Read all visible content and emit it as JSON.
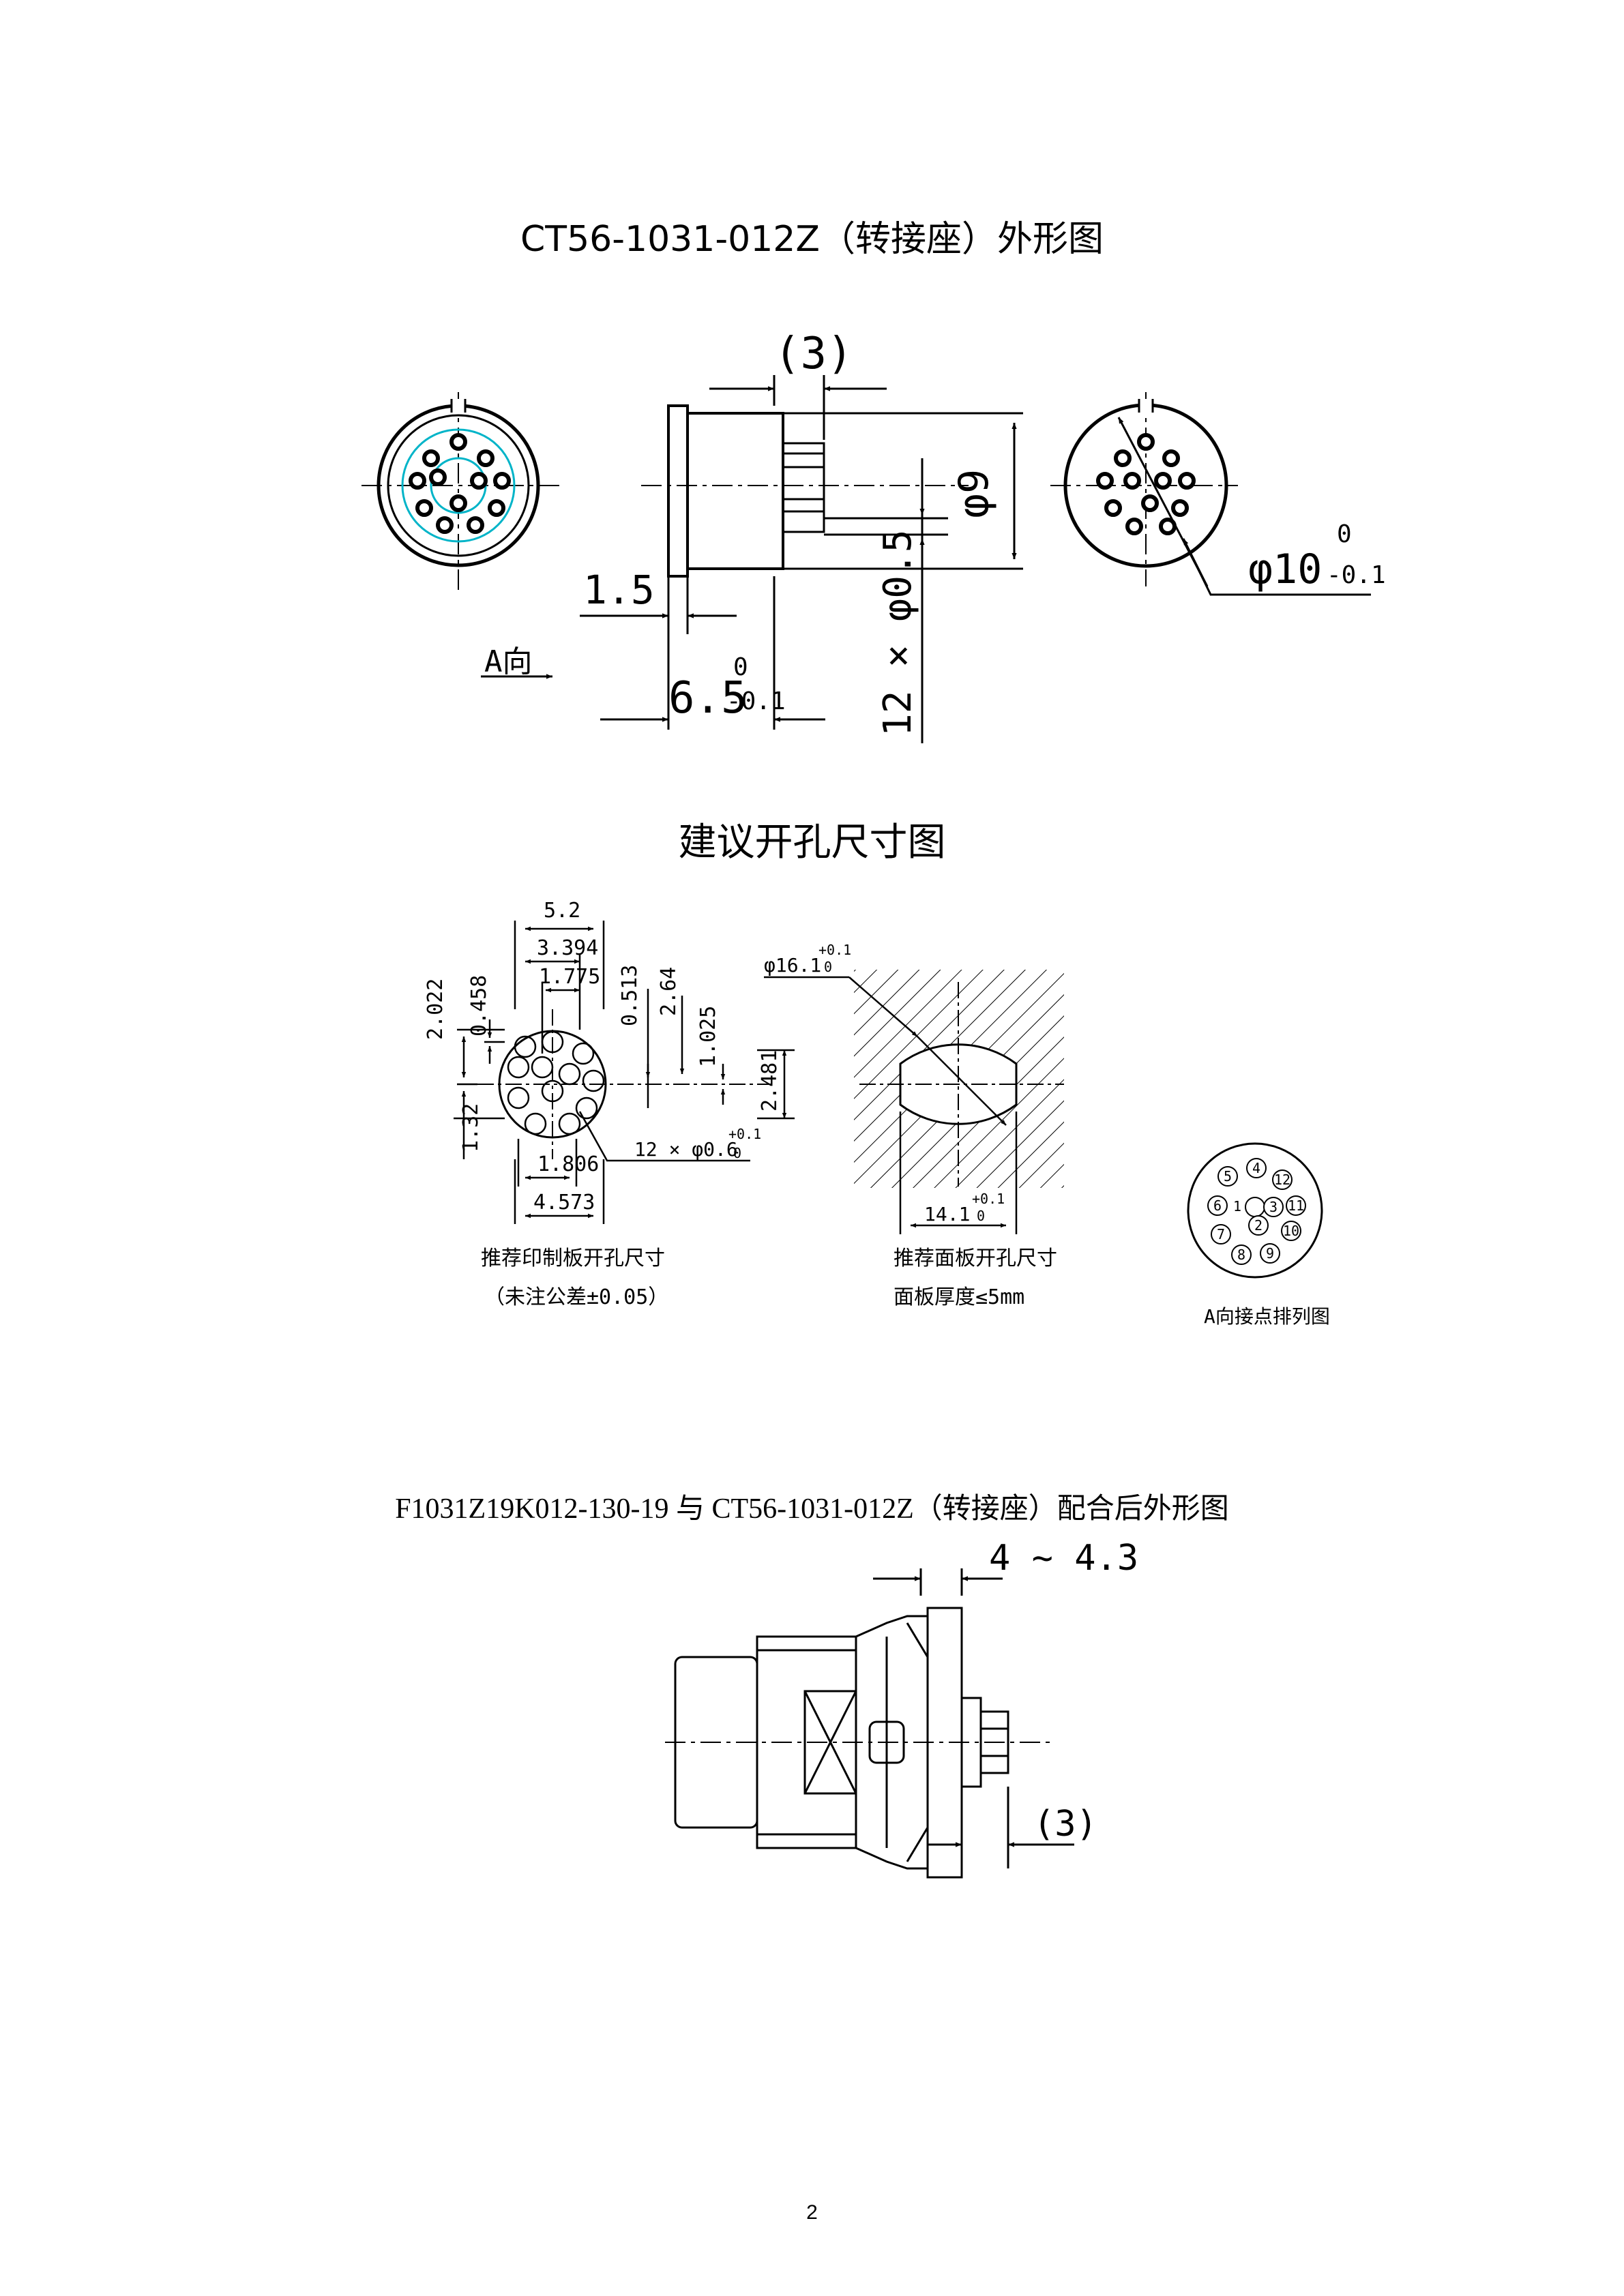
{
  "page": {
    "title_outline": "CT56-1031-012Z（转接座）外形图",
    "title_cutout": "建议开孔尺寸图",
    "title_mated": "F1031Z19K012-130-19 与 CT56-1031-012Z（转接座）配合后外形图",
    "page_number": "2"
  },
  "outline": {
    "dim_3": "(3)",
    "dim_phi9": "φ9",
    "dim_phi10": "φ10",
    "tol_phi10_upper": "0",
    "tol_phi10_lower": "-0.1",
    "dim_1_5": "1.5",
    "dim_6_5": "6.5",
    "tol_6_5_upper": "0",
    "tol_6_5_lower": "-0.1",
    "dim_pins": "12 × φ0.5",
    "view_a": "A向"
  },
  "cutout": {
    "dim_5_2": "5.2",
    "dim_3_394": "3.394",
    "dim_1_775": "1.775",
    "dim_0_513": "0.513",
    "dim_2_64": "2.64",
    "dim_1_025": "1.025",
    "dim_2_481": "2.481",
    "dim_2_022": "2.022",
    "dim_0_458": "0.458",
    "dim_1_32": "1.32",
    "dim_1_806": "1.806",
    "dim_4_573": "4.573",
    "dim_pcb_holes": "12 × φ0.6",
    "tol_holes_upper": "+0.1",
    "tol_holes_lower": "0",
    "pcb_caption_1": "推荐印制板开孔尺寸",
    "pcb_caption_2": "（未注公差±0.05）",
    "dim_phi16_1": "φ16.1",
    "tol_16_1_upper": "+0.1",
    "tol_16_1_lower": "0",
    "dim_14_1": "14.1",
    "tol_14_1_upper": "+0.1",
    "tol_14_1_lower": "0",
    "panel_caption_1": "推荐面板开孔尺寸",
    "panel_caption_2": "面板厚度≤5mm",
    "contact_caption": "A向接点排列图",
    "contact_numbers": [
      "1",
      "2",
      "3",
      "4",
      "5",
      "6",
      "7",
      "8",
      "9",
      "10",
      "11",
      "12"
    ]
  },
  "mated": {
    "dim_4_4_3": "4 ~ 4.3",
    "dim_3": "(3)"
  },
  "colors": {
    "line": "#000000",
    "centerline": "#000000",
    "pin_circle": "#00b4c8"
  }
}
